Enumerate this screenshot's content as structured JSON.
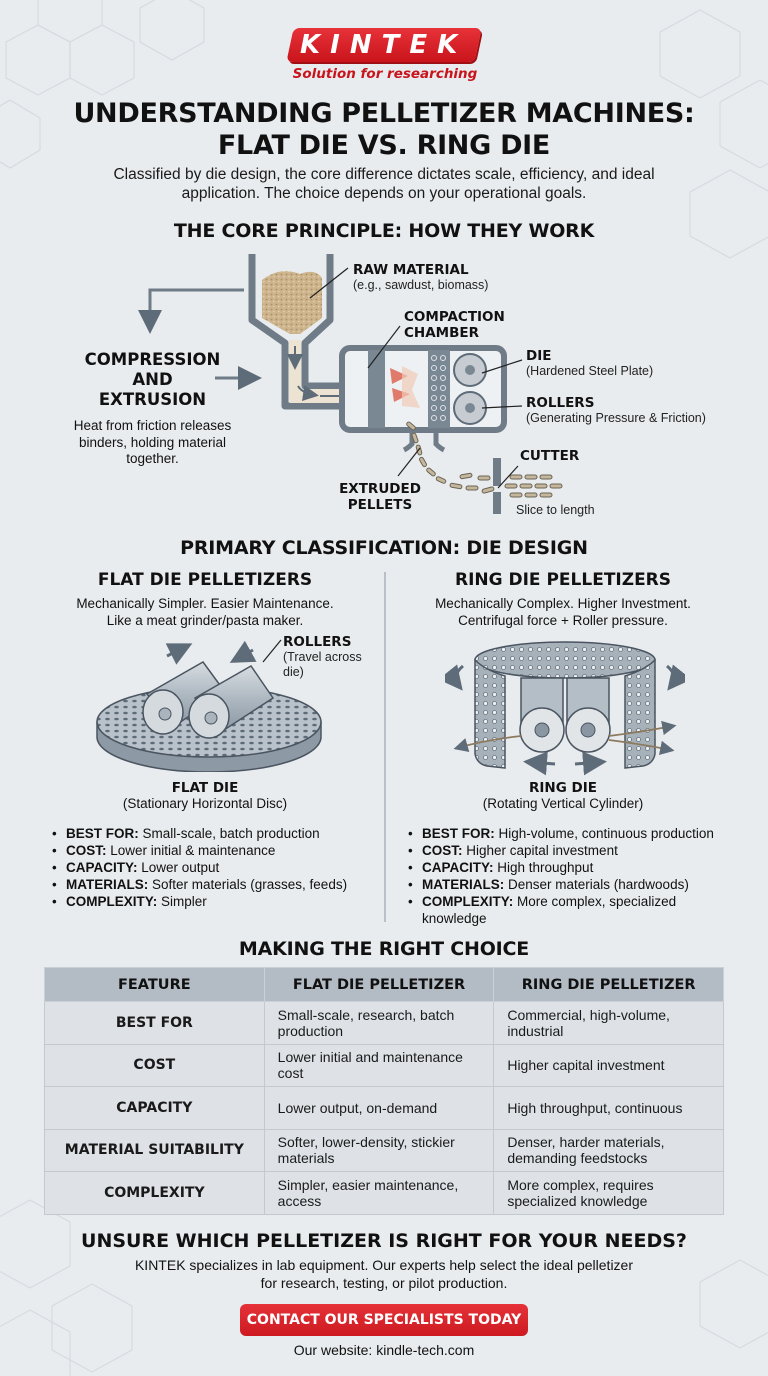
{
  "brand": {
    "name": "KINTEK",
    "tagline": "Solution for researching",
    "accent_color": "#d71920"
  },
  "header": {
    "title_line1": "UNDERSTANDING PELLETIZER MACHINES:",
    "title_line2": "FLAT DIE VS. RING DIE",
    "subtitle_line1": "Classified by die design, the core difference dictates scale, efficiency, and ideal",
    "subtitle_line2": "application. The choice depends on your operational goals."
  },
  "core_principle": {
    "heading": "THE CORE PRINCIPLE: HOW THEY WORK",
    "process_title_lines": [
      "COMPRESSION",
      "AND",
      "EXTRUSION"
    ],
    "process_description": "Heat from friction releases binders, holding material together.",
    "labels": {
      "raw_material": "RAW MATERIAL",
      "raw_material_note": "(e.g., sawdust, biomass)",
      "compaction_chamber_line1": "COMPACTION",
      "compaction_chamber_line2": "CHAMBER",
      "die": "DIE",
      "die_note": "(Hardened Steel Plate)",
      "rollers": "ROLLERS",
      "rollers_note": "(Generating Pressure & Friction)",
      "cutter": "CUTTER",
      "cutter_note": "Slice to length",
      "extruded_line1": "EXTRUDED",
      "extruded_line2": "PELLETS"
    }
  },
  "classification": {
    "heading": "PRIMARY CLASSIFICATION: DIE DESIGN",
    "flat": {
      "title": "FLAT DIE PELLETIZERS",
      "desc_line1": "Mechanically Simpler. Easier Maintenance.",
      "desc_line2": "Like a meat grinder/pasta maker.",
      "rollers_label": "ROLLERS",
      "rollers_note_line1": "(Travel across",
      "rollers_note_line2": "die)",
      "caption_title": "FLAT DIE",
      "caption_sub": "(Stationary Horizontal Disc)",
      "bullets": [
        {
          "key": "BEST FOR:",
          "value": " Small-scale, batch production"
        },
        {
          "key": "COST:",
          "value": " Lower initial & maintenance"
        },
        {
          "key": "CAPACITY:",
          "value": " Lower output"
        },
        {
          "key": "MATERIALS:",
          "value": " Softer materials (grasses, feeds)"
        },
        {
          "key": "COMPLEXITY:",
          "value": " Simpler"
        }
      ]
    },
    "ring": {
      "title": "RING DIE PELLETIZERS",
      "desc_line1": "Mechanically Complex. Higher Investment.",
      "desc_line2": "Centrifugal force + Roller pressure.",
      "caption_title": "RING DIE",
      "caption_sub": "(Rotating Vertical Cylinder)",
      "bullets": [
        {
          "key": "BEST FOR:",
          "value": " High-volume, continuous production"
        },
        {
          "key": "COST:",
          "value": " Higher capital investment"
        },
        {
          "key": "CAPACITY:",
          "value": " High throughput"
        },
        {
          "key": "MATERIALS:",
          "value": " Denser materials (hardwoods)"
        },
        {
          "key": "COMPLEXITY:",
          "value": " More complex, specialized knowledge"
        }
      ]
    }
  },
  "comparison": {
    "heading": "MAKING THE RIGHT CHOICE",
    "columns": [
      "FEATURE",
      "FLAT DIE PELLETIZER",
      "RING DIE PELLETIZER"
    ],
    "rows": [
      [
        "BEST FOR",
        "Small-scale, research, batch production",
        "Commercial, high-volume, industrial"
      ],
      [
        "COST",
        "Lower initial and maintenance cost",
        "Higher capital investment"
      ],
      [
        "CAPACITY",
        "Lower output, on-demand",
        "High throughput, continuous"
      ],
      [
        "MATERIAL SUITABILITY",
        "Softer, lower-density, stickier materials",
        "Denser, harder materials, demanding feedstocks"
      ],
      [
        "COMPLEXITY",
        "Simpler, easier maintenance, access",
        "More complex, requires specialized knowledge"
      ]
    ]
  },
  "cta": {
    "heading": "UNSURE WHICH PELLETIZER IS RIGHT FOR YOUR NEEDS?",
    "desc_line1": "KINTEK specializes in lab equipment. Our experts help select the ideal pelletizer",
    "desc_line2": "for research, testing, or pilot production.",
    "button_label": "CONTACT OUR SPECIALISTS TODAY",
    "website": "Our website: kindle-tech.com"
  }
}
